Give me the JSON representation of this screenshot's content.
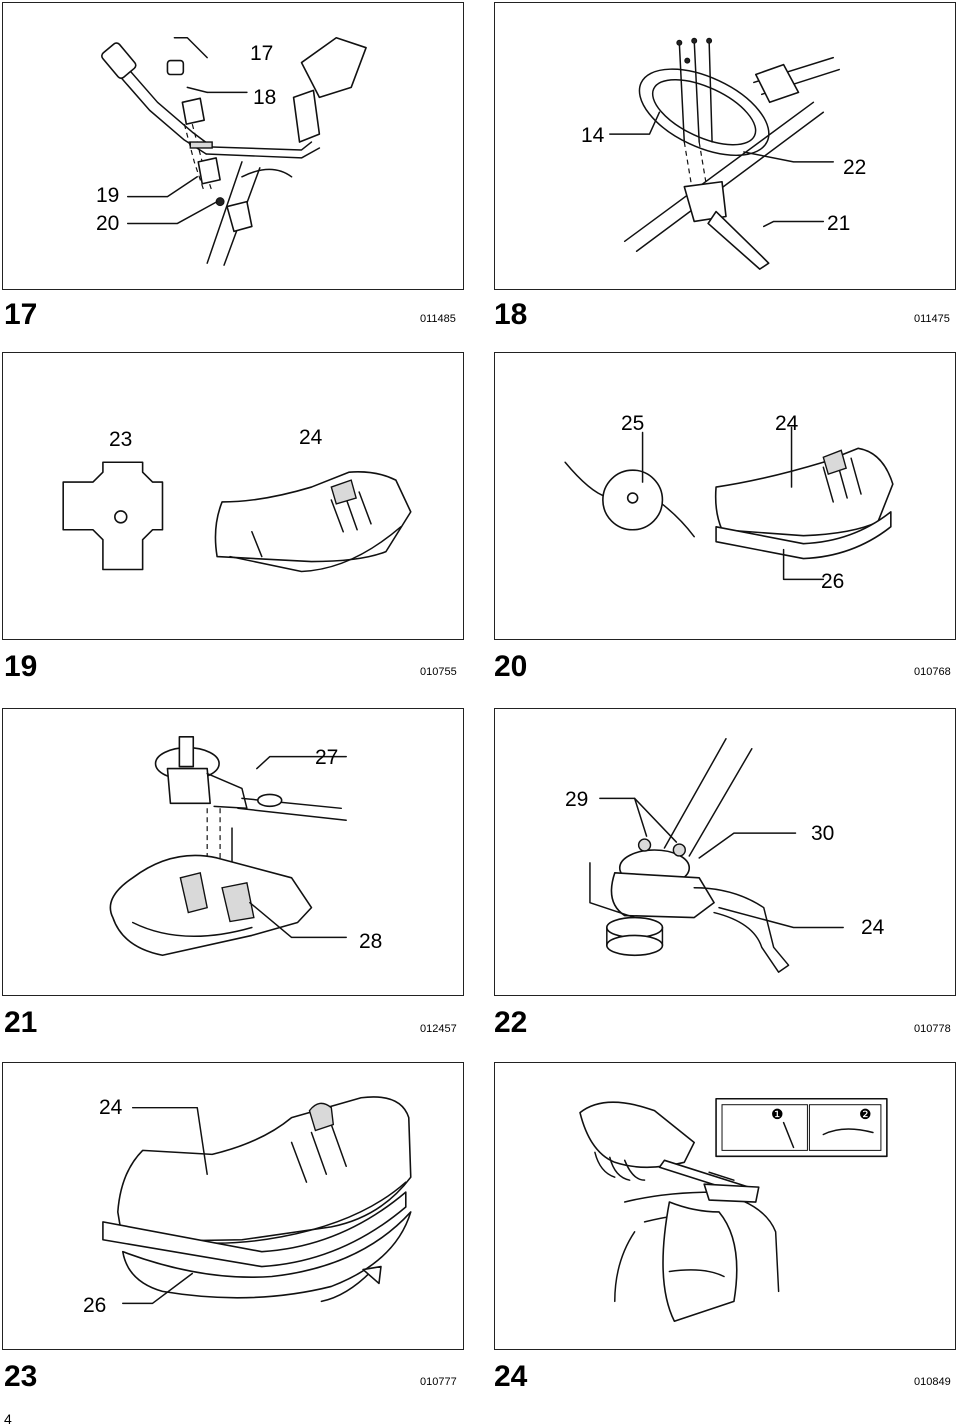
{
  "page_number": "4",
  "figures": [
    {
      "number": "17",
      "code": "011485",
      "callouts": [
        "17",
        "18",
        "19",
        "20"
      ]
    },
    {
      "number": "18",
      "code": "011475",
      "callouts": [
        "14",
        "22",
        "21"
      ]
    },
    {
      "number": "19",
      "code": "010755",
      "callouts": [
        "23",
        "24"
      ]
    },
    {
      "number": "20",
      "code": "010768",
      "callouts": [
        "25",
        "24",
        "26"
      ]
    },
    {
      "number": "21",
      "code": "012457",
      "callouts": [
        "27",
        "28"
      ]
    },
    {
      "number": "22",
      "code": "010778",
      "callouts": [
        "29",
        "30",
        "24"
      ]
    },
    {
      "number": "23",
      "code": "010777",
      "callouts": [
        "24",
        "26"
      ]
    },
    {
      "number": "24",
      "code": "010849",
      "callouts": []
    }
  ],
  "label_markers": [
    "❶",
    "❷"
  ]
}
